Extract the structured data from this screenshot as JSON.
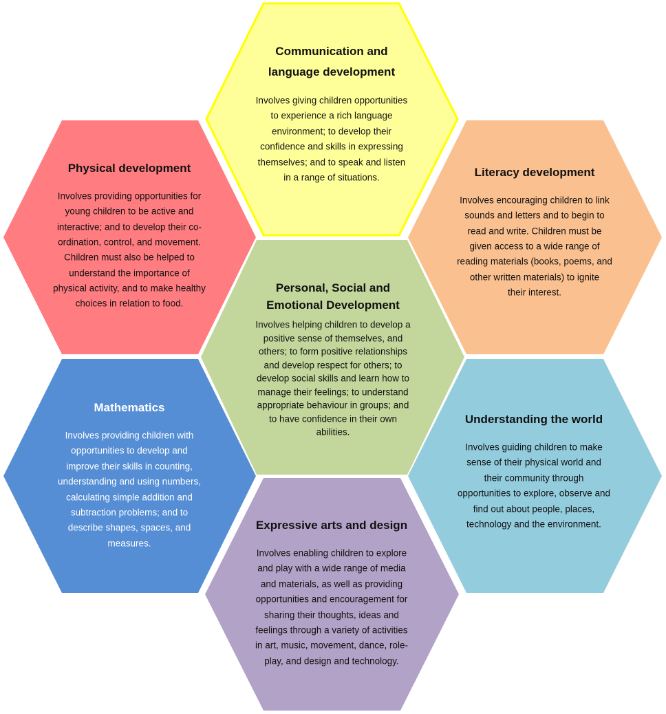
{
  "hexagons": [
    {
      "id": "communication",
      "fill": "#FFFF99",
      "stroke": "#FFFF00",
      "text_color": "#111111",
      "title": [
        "Communication  and",
        "language  development"
      ],
      "body": [
        "Involves giving children opportunities",
        "to experience a rich language",
        "environment; to develop their",
        "confidence and skills in expressing",
        "themselves; and to speak and listen",
        "in a range of situations."
      ]
    },
    {
      "id": "physical",
      "fill": "#FF7C80",
      "stroke": "none",
      "text_color": "#111111",
      "title": [
        "Physical development"
      ],
      "body": [
        "Involves providing opportunities for",
        "young children to be active and",
        "interactive; and to develop their co-",
        "ordination, control, and movement.",
        "Children must also be helped to",
        "understand  the importance of",
        "physical activity, and to make healthy",
        "choices in relation to food."
      ]
    },
    {
      "id": "literacy",
      "fill": "#FAC090",
      "stroke": "none",
      "text_color": "#111111",
      "title": [
        "Literacy development"
      ],
      "body": [
        "Involves encouraging children to link",
        "sounds and letters and to begin to",
        "read and write. Children must be",
        "given access to a wide range of",
        "reading materials (books, poems, and",
        "other written materials) to ignite",
        "their interest."
      ]
    },
    {
      "id": "psed",
      "fill": "#C3D69B",
      "stroke": "none",
      "text_color": "#111111",
      "title": [
        "Personal, Social and",
        "Emotional  Development"
      ],
      "body": [
        "Involves helping children to develop a",
        "positive sense of themselves, and",
        "others; to form positive relationships",
        "and develop respect for others; to",
        "develop social skills and learn how to",
        "manage their feelings; to understand",
        "appropriate behaviour in groups; and",
        "to have confidence in their own",
        "abilities."
      ]
    },
    {
      "id": "mathematics",
      "fill": "#558ED5",
      "stroke": "none",
      "text_color": "#FFFFFF",
      "title": [
        "Mathematics"
      ],
      "body": [
        "Involves providing children with",
        "opportunities to develop and",
        "improve their skills in counting,",
        "understanding and using numbers,",
        "calculating simple addition and",
        "subtraction problems; and to",
        "describe shapes, spaces, and",
        "measures."
      ]
    },
    {
      "id": "understanding",
      "fill": "#93CDDD",
      "stroke": "none",
      "text_color": "#111111",
      "title": [
        "Understanding  the world"
      ],
      "body": [
        "Involves guiding children to make",
        "sense of their physical world and",
        "their community through",
        "opportunities to explore, observe and",
        "find out about people, places,",
        "technology and the environment."
      ]
    },
    {
      "id": "expressive",
      "fill": "#B3A2C7",
      "stroke": "none",
      "text_color": "#111111",
      "title": [
        "Expressive arts and design"
      ],
      "body": [
        "Involves enabling children to explore",
        "and play with a wide range of media",
        "and materials, as well as providing",
        "opportunities and encouragement for",
        "sharing their thoughts, ideas and",
        "feelings through a variety of activities",
        "in art, music, movement, dance, role-",
        "play, and design and technology."
      ]
    }
  ]
}
